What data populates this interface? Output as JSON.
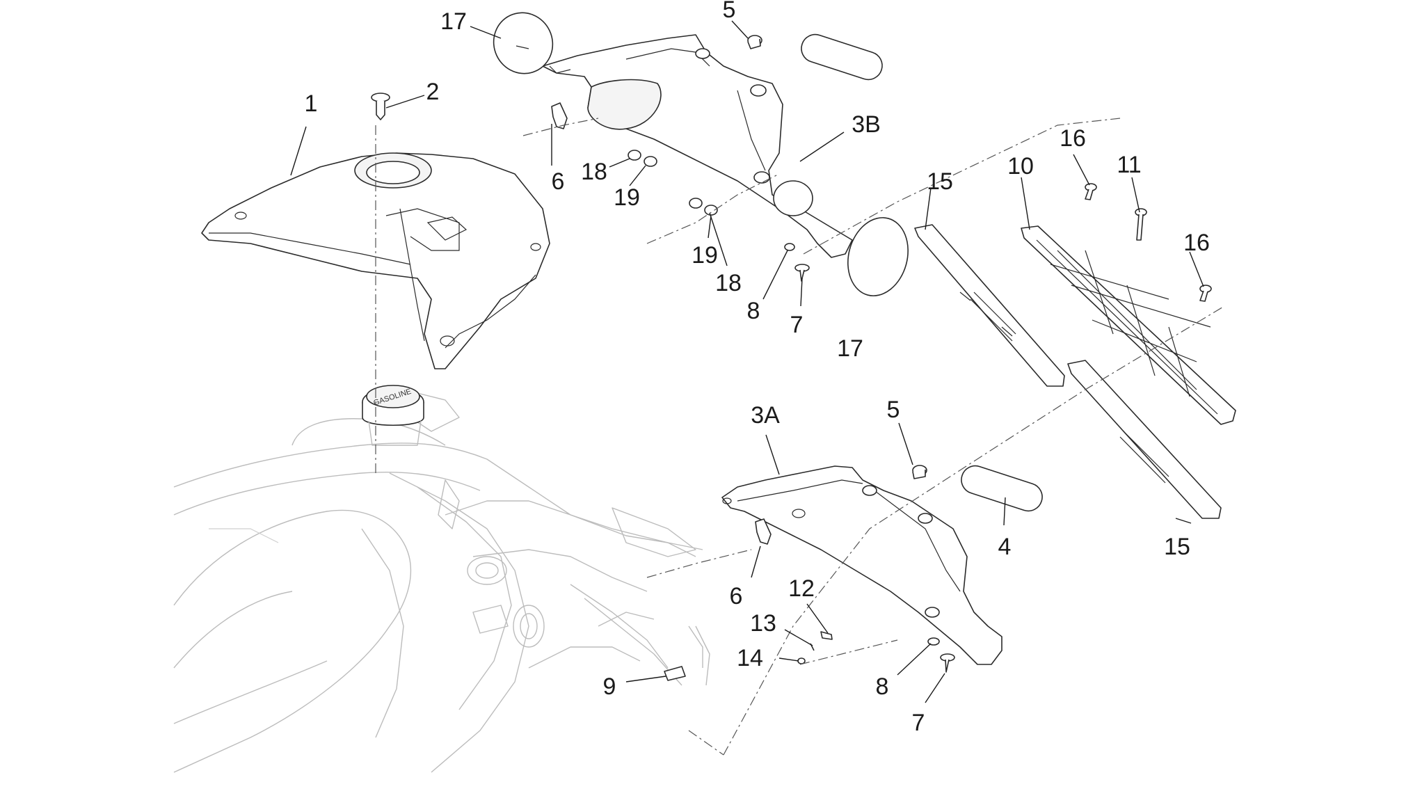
{
  "callouts": [
    {
      "id": "c1",
      "text": "1"
    },
    {
      "id": "c2",
      "text": "2"
    },
    {
      "id": "c3A",
      "text": "3A"
    },
    {
      "id": "c3B",
      "text": "3B"
    },
    {
      "id": "c4",
      "text": "4"
    },
    {
      "id": "c5a",
      "text": "5"
    },
    {
      "id": "c5b",
      "text": "5"
    },
    {
      "id": "c6a",
      "text": "6"
    },
    {
      "id": "c6b",
      "text": "6"
    },
    {
      "id": "c7a",
      "text": "7"
    },
    {
      "id": "c7b",
      "text": "7"
    },
    {
      "id": "c8a",
      "text": "8"
    },
    {
      "id": "c8b",
      "text": "8"
    },
    {
      "id": "c9",
      "text": "9"
    },
    {
      "id": "c10",
      "text": "10"
    },
    {
      "id": "c11",
      "text": "11"
    },
    {
      "id": "c12",
      "text": "12"
    },
    {
      "id": "c13",
      "text": "13"
    },
    {
      "id": "c14",
      "text": "14"
    },
    {
      "id": "c15a",
      "text": "15"
    },
    {
      "id": "c15b",
      "text": "15"
    },
    {
      "id": "c16a",
      "text": "16"
    },
    {
      "id": "c16b",
      "text": "16"
    },
    {
      "id": "c17a",
      "text": "17"
    },
    {
      "id": "c17b",
      "text": "17"
    },
    {
      "id": "c18a",
      "text": "18"
    },
    {
      "id": "c18b",
      "text": "18"
    },
    {
      "id": "c19a",
      "text": "19"
    },
    {
      "id": "c19b",
      "text": "19"
    }
  ],
  "cap_text": "GASOLINE"
}
